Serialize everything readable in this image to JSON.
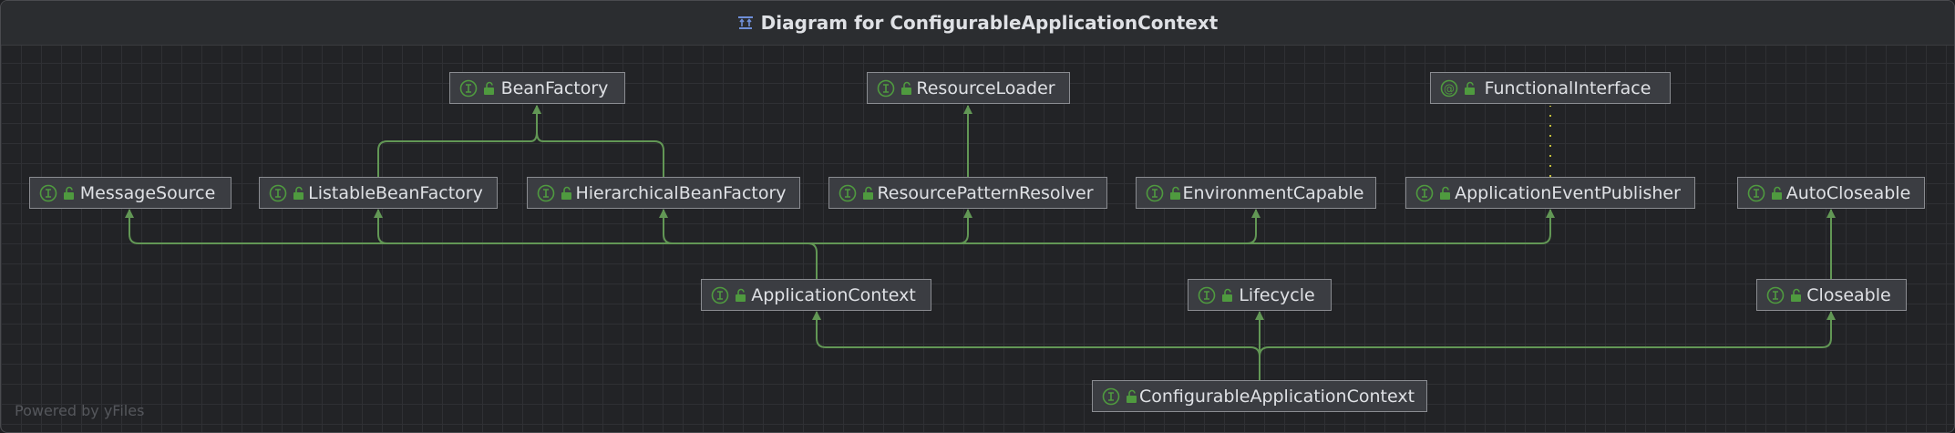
{
  "window": {
    "title": "Diagram for ConfigurableApplicationContext",
    "title_icon": "diagram-icon"
  },
  "footer": {
    "powered_by": "Powered by yFiles"
  },
  "colors": {
    "edge": "#629755",
    "realization": "#c7c23a",
    "interface_icon": "#4f9a3f",
    "node_fill": "#3b3d42"
  },
  "nodes": {
    "bean_factory": {
      "label": "BeanFactory",
      "kind": "interface"
    },
    "resource_loader": {
      "label": "ResourceLoader",
      "kind": "interface"
    },
    "functional_interface": {
      "label": "FunctionalInterface",
      "kind": "annotation"
    },
    "message_source": {
      "label": "MessageSource",
      "kind": "interface"
    },
    "listable_bean_factory": {
      "label": "ListableBeanFactory",
      "kind": "interface"
    },
    "hierarchical_bean_factory": {
      "label": "HierarchicalBeanFactory",
      "kind": "interface"
    },
    "resource_pattern_resolver": {
      "label": "ResourcePatternResolver",
      "kind": "interface"
    },
    "environment_capable": {
      "label": "EnvironmentCapable",
      "kind": "interface"
    },
    "application_event_publisher": {
      "label": "ApplicationEventPublisher",
      "kind": "interface"
    },
    "auto_closeable": {
      "label": "AutoCloseable",
      "kind": "interface"
    },
    "application_context": {
      "label": "ApplicationContext",
      "kind": "interface"
    },
    "lifecycle": {
      "label": "Lifecycle",
      "kind": "interface"
    },
    "closeable": {
      "label": "Closeable",
      "kind": "interface"
    },
    "configurable_application_context": {
      "label": "ConfigurableApplicationContext",
      "kind": "interface"
    }
  },
  "edges": [
    {
      "from": "listable_bean_factory",
      "to": "bean_factory",
      "type": "extends"
    },
    {
      "from": "hierarchical_bean_factory",
      "to": "bean_factory",
      "type": "extends"
    },
    {
      "from": "resource_pattern_resolver",
      "to": "resource_loader",
      "type": "extends"
    },
    {
      "from": "application_event_publisher",
      "to": "functional_interface",
      "type": "annotated"
    },
    {
      "from": "application_context",
      "to": "message_source",
      "type": "extends"
    },
    {
      "from": "application_context",
      "to": "listable_bean_factory",
      "type": "extends"
    },
    {
      "from": "application_context",
      "to": "hierarchical_bean_factory",
      "type": "extends"
    },
    {
      "from": "application_context",
      "to": "resource_pattern_resolver",
      "type": "extends"
    },
    {
      "from": "application_context",
      "to": "environment_capable",
      "type": "extends"
    },
    {
      "from": "application_context",
      "to": "application_event_publisher",
      "type": "extends"
    },
    {
      "from": "closeable",
      "to": "auto_closeable",
      "type": "extends"
    },
    {
      "from": "configurable_application_context",
      "to": "application_context",
      "type": "extends"
    },
    {
      "from": "configurable_application_context",
      "to": "lifecycle",
      "type": "extends"
    },
    {
      "from": "configurable_application_context",
      "to": "closeable",
      "type": "extends"
    }
  ]
}
